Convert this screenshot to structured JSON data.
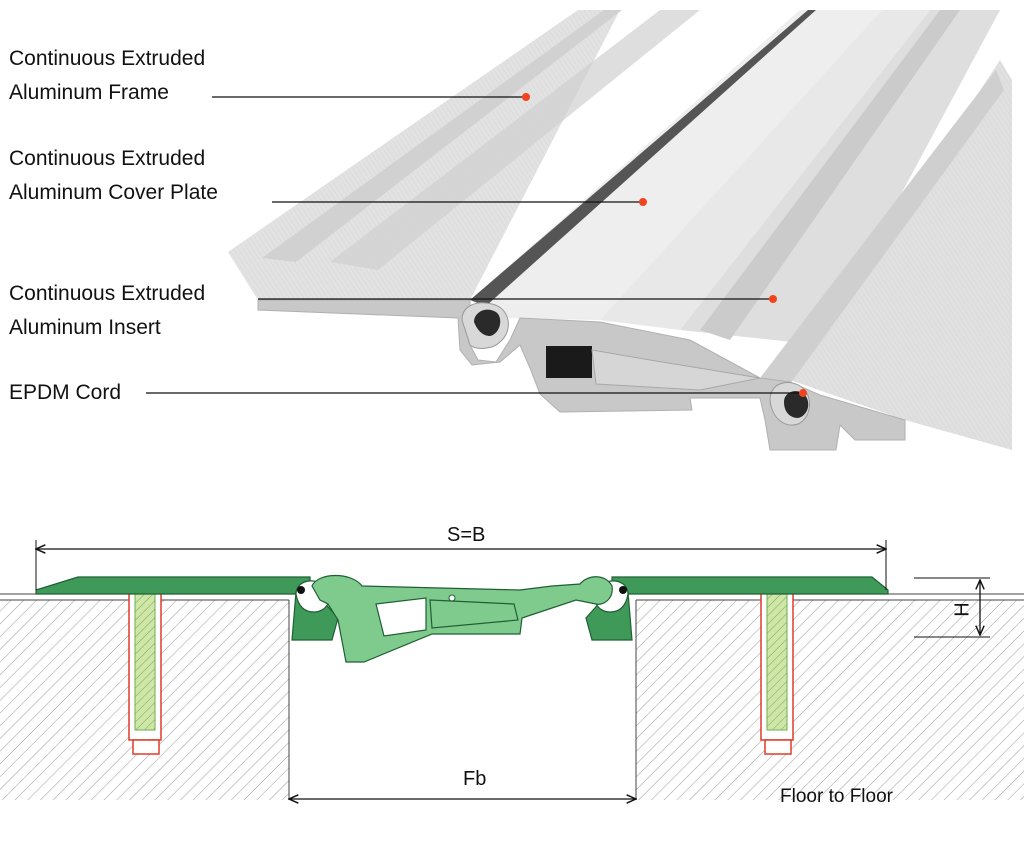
{
  "callouts": {
    "frame": [
      "Continuous Extruded",
      "Aluminum Frame"
    ],
    "cover_plate": [
      "Continuous Extruded",
      "Aluminum Cover Plate"
    ],
    "insert": [
      "Continuous Extruded",
      "Aluminum Insert"
    ],
    "cord": "EPDM Cord"
  },
  "dimensions": {
    "overall": "S=B",
    "height": "H",
    "gap": "Fb",
    "note": "Floor to Floor"
  },
  "colors": {
    "aluminum_green_dark": "#3f9a5a",
    "aluminum_green_light": "#7fcb8d",
    "callout_dot": "#f0441e",
    "anchor_red": "#e23a2a",
    "anchor_fill": "#cfe6a8",
    "metal_light": "#e4e4e4",
    "metal_mid": "#c9c9c9"
  }
}
